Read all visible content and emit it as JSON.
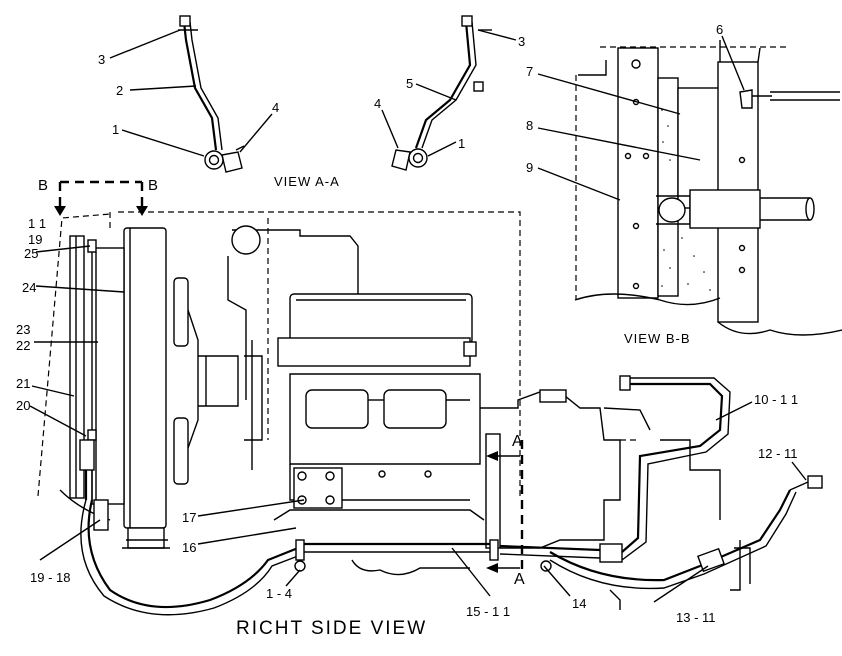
{
  "views": {
    "view_a_a": "VIEW A-A",
    "view_b_b": "VIEW B-B",
    "right_side_view": "RICHT SIDE VIEW"
  },
  "section_markers": {
    "b_left": "B",
    "b_right": "B",
    "a_top": "A",
    "a_bottom": "A"
  },
  "callouts": {
    "c1_left": "1",
    "c2": "2",
    "c3_left": "3",
    "c4_left": "4",
    "c5": "5",
    "c3_right": "3",
    "c4_right": "4",
    "c1_right": "1",
    "c6": "6",
    "c7": "7",
    "c8": "8",
    "c9": "9",
    "c11": "1 1",
    "c19": "19",
    "c25": "25",
    "c24": "24",
    "c23": "23",
    "c22": "22",
    "c21": "21",
    "c20": "20",
    "c19_18": "19 - 18",
    "c17": "17",
    "c16": "16",
    "c1_4": "1 - 4",
    "c15_11": "15 - 1 1",
    "c14": "14",
    "c13_11": "13 - 11",
    "c12_11": "12 - 11",
    "c10_11": "10 - 1 1"
  }
}
